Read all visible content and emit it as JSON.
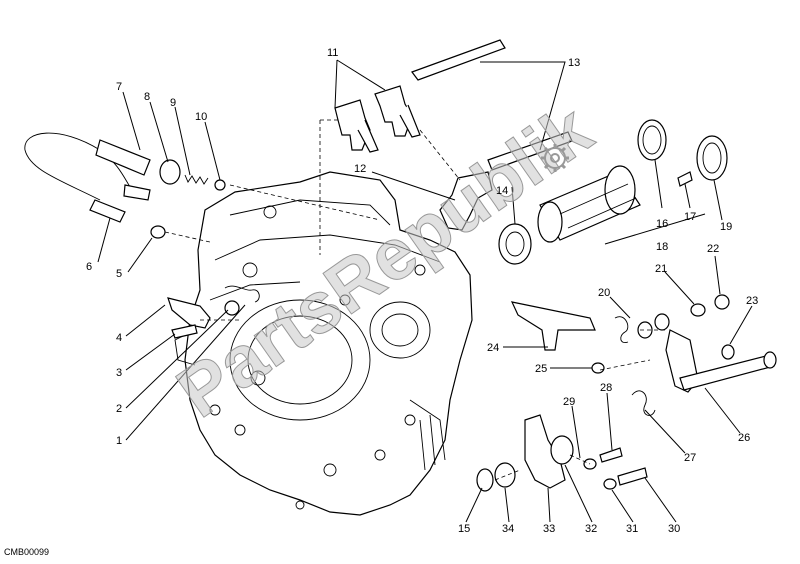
{
  "watermark": "PartsRepublik",
  "reference_code": "CMB00099",
  "callouts": [
    {
      "id": "1",
      "label": "1"
    },
    {
      "id": "2",
      "label": "2"
    },
    {
      "id": "3",
      "label": "3"
    },
    {
      "id": "4",
      "label": "4"
    },
    {
      "id": "5",
      "label": "5"
    },
    {
      "id": "6",
      "label": "6"
    },
    {
      "id": "7",
      "label": "7"
    },
    {
      "id": "8",
      "label": "8"
    },
    {
      "id": "9",
      "label": "9"
    },
    {
      "id": "10",
      "label": "10"
    },
    {
      "id": "11",
      "label": "11"
    },
    {
      "id": "12",
      "label": "12"
    },
    {
      "id": "13",
      "label": "13"
    },
    {
      "id": "14",
      "label": "14"
    },
    {
      "id": "15",
      "label": "15"
    },
    {
      "id": "16",
      "label": "16"
    },
    {
      "id": "17",
      "label": "17"
    },
    {
      "id": "18",
      "label": "18"
    },
    {
      "id": "19",
      "label": "19"
    },
    {
      "id": "20",
      "label": "20"
    },
    {
      "id": "21",
      "label": "21"
    },
    {
      "id": "22",
      "label": "22"
    },
    {
      "id": "23",
      "label": "23"
    },
    {
      "id": "24",
      "label": "24"
    },
    {
      "id": "25",
      "label": "25"
    },
    {
      "id": "26",
      "label": "26"
    },
    {
      "id": "27",
      "label": "27"
    },
    {
      "id": "28",
      "label": "28"
    },
    {
      "id": "29",
      "label": "29"
    },
    {
      "id": "30",
      "label": "30"
    },
    {
      "id": "31",
      "label": "31"
    },
    {
      "id": "32",
      "label": "32"
    },
    {
      "id": "33",
      "label": "33"
    },
    {
      "id": "34",
      "label": "34"
    }
  ]
}
